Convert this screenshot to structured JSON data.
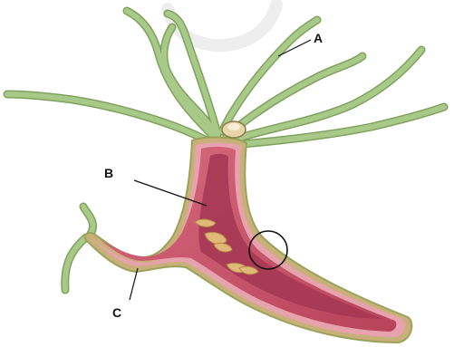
{
  "diagram": {
    "labels": {
      "a": "A",
      "b": "B",
      "c": "C"
    },
    "colors": {
      "background": "#ffffff",
      "tentacle": "#a8c987",
      "tentacle_edge": "#7fa25e",
      "body_outer": "#c88a72",
      "body_inner": "#c24a62",
      "gut": "#a53652",
      "food": "#e0b978",
      "bud": "#b3405a",
      "label_line": "#111111"
    }
  }
}
